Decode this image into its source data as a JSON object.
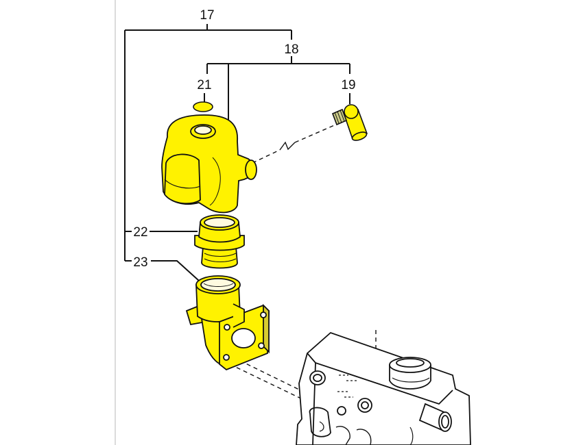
{
  "colors": {
    "part_fill": "#fff200",
    "line": "#111111",
    "background": "#ffffff",
    "frame_border": "#cfcfcf"
  },
  "callouts": {
    "c17": "17",
    "c18": "18",
    "c19": "19",
    "c21": "21",
    "c22": "22",
    "c23": "23"
  }
}
